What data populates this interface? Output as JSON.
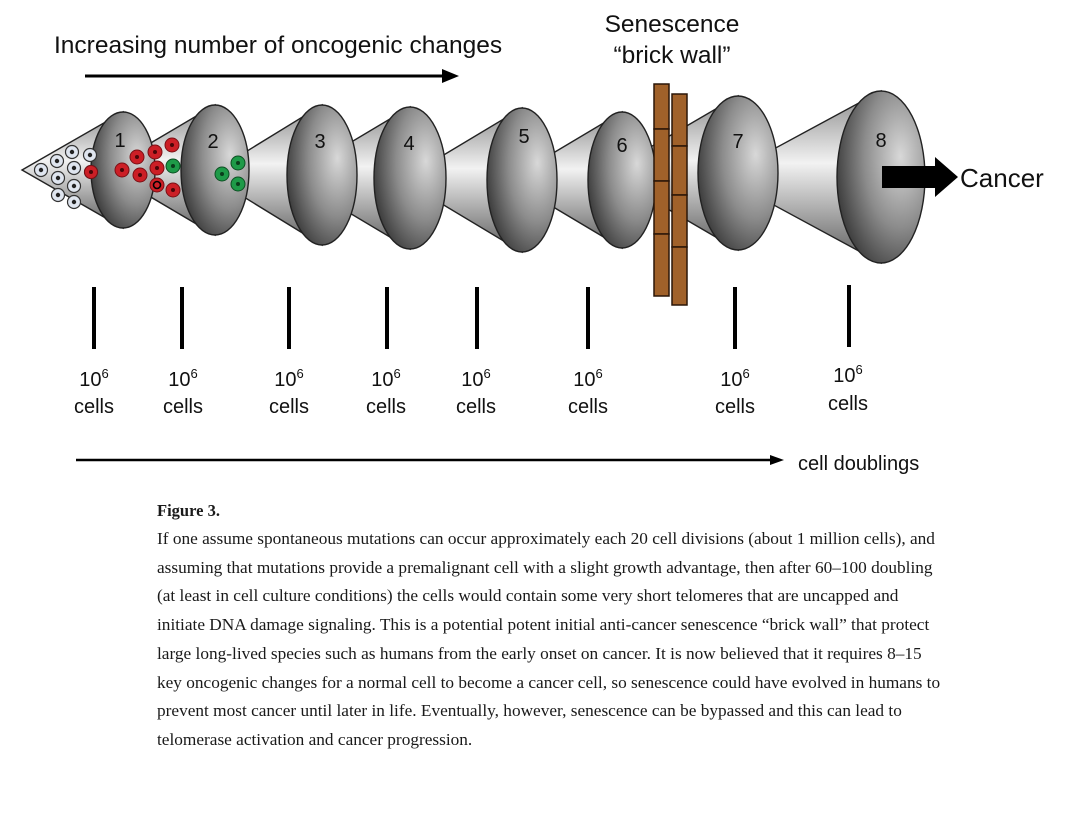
{
  "diagram": {
    "top_label": "Increasing number of oncogenic changes",
    "senescence_label_line1": "Senescence",
    "senescence_label_line2": "“brick wall”",
    "stage_numbers": [
      "1",
      "2",
      "3",
      "4",
      "5",
      "6",
      "7",
      "8"
    ],
    "outcome_label": "Cancer",
    "cell_count_base": "10",
    "cell_count_exponent": "6",
    "cell_count_unit": "cells",
    "bottom_axis_label": "cell doublings",
    "colors": {
      "cone_dark": "#6f6f6f",
      "cone_light": "#e2e2e2",
      "normal_cell": "#dfe5ef",
      "mutated_cell_red": "#cc1f26",
      "mutated_cell_green": "#1e9a48",
      "brick": "#a0612a",
      "arrow": "#000000"
    }
  },
  "caption": {
    "title": "Figure 3.",
    "body": "If one assume spontaneous mutations can occur approximately each 20 cell divisions (about 1 million cells), and assuming that mutations provide a premalignant cell with a slight growth advantage, then after 60–100 doubling (at least in cell culture conditions) the cells would contain some very short telomeres that are uncapped and initiate DNA damage signaling. This is a potential potent initial anti-cancer senescence “brick wall” that protect large long-lived species such as humans from the early onset on cancer. It is now believed that it requires 8–15 key oncogenic changes for a normal cell to become a cancer cell, so senescence could have evolved in humans to prevent most cancer until later in life. Eventually, however, senescence can be bypassed and this can lead to telomerase activation and cancer progression."
  }
}
